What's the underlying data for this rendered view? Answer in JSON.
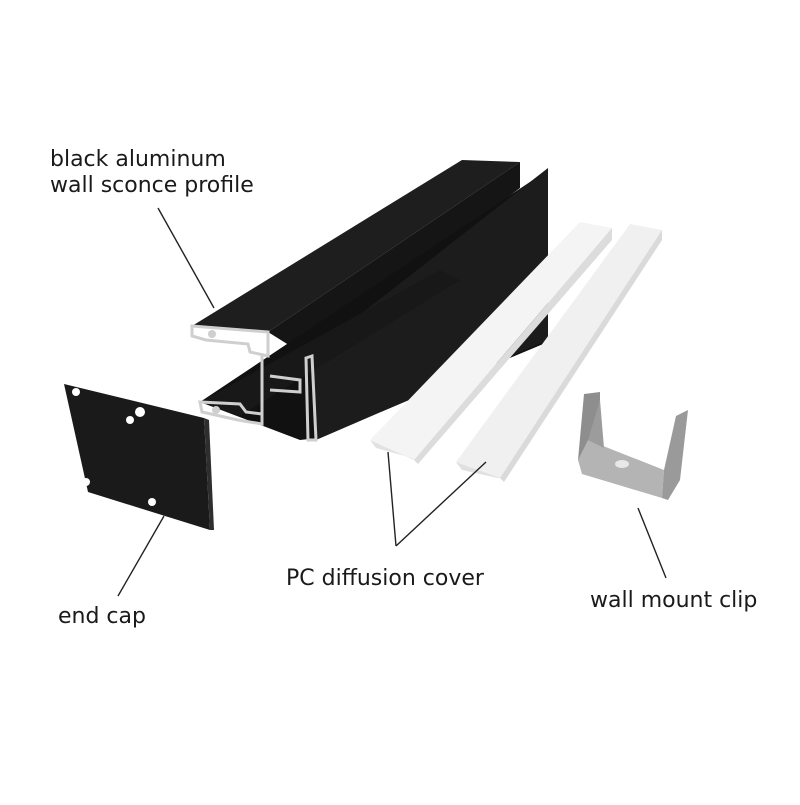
{
  "labels": {
    "profile_line1": "black aluminum",
    "profile_line2": "wall sconce profile",
    "end_cap": "end cap",
    "diffusion_cover": "PC diffusion cover",
    "wall_mount_clip": "wall mount clip"
  },
  "colors": {
    "profile_black": "#1b1b1b",
    "profile_side": "#2a2a2a",
    "aluminum_edge": "#c9c9c9",
    "diffuser_white": "#f2f2f2",
    "diffuser_shade": "#dedede",
    "clip_steel": "#a9a9a9",
    "leader_line": "#222222"
  },
  "icons": {
    "profile": "aluminum-profile-icon",
    "end_cap": "end-cap-plate-icon",
    "diffuser": "diffuser-strip-icon",
    "clip": "mounting-clip-icon"
  }
}
